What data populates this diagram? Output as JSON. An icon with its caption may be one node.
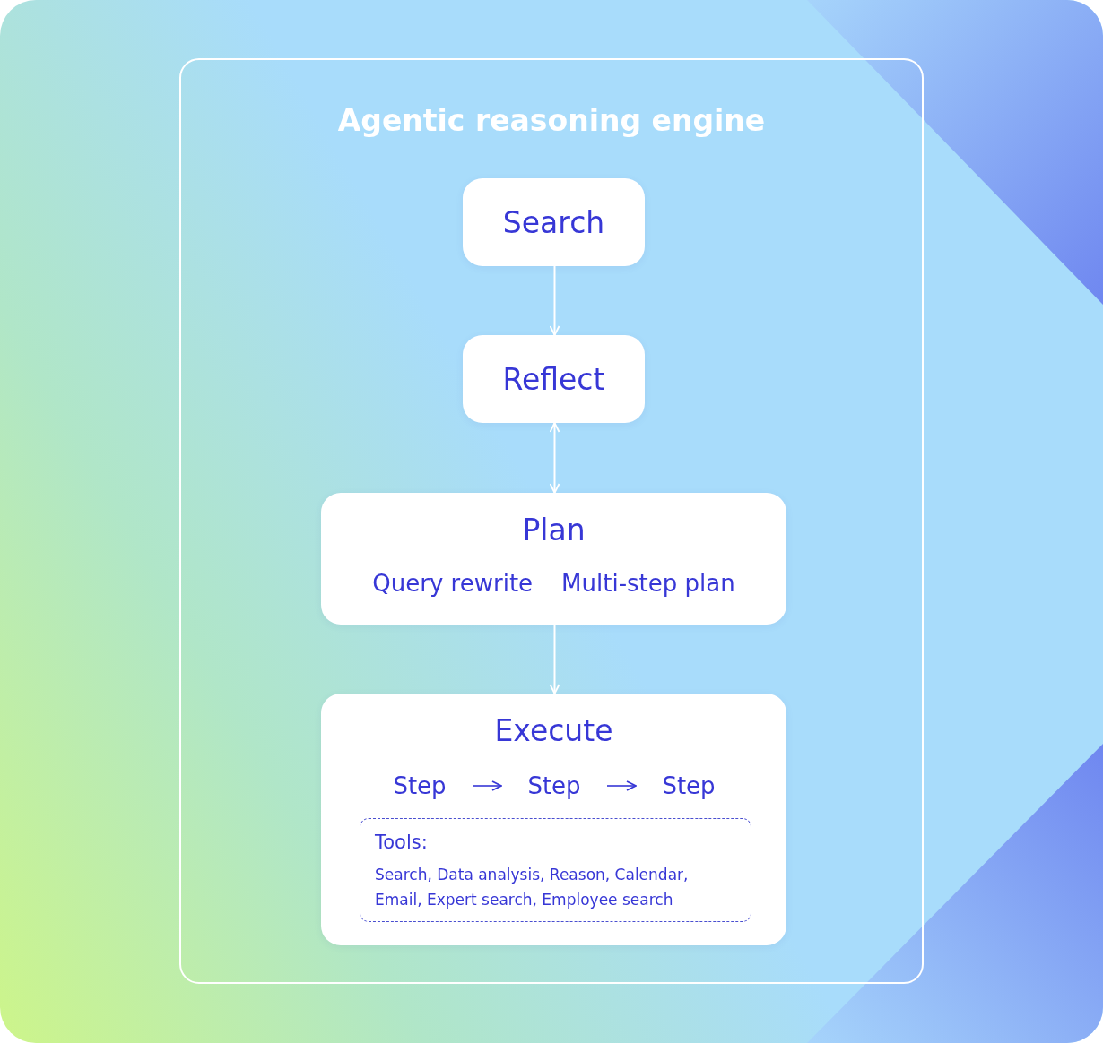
{
  "diagram": {
    "nodes": [
      {
        "text": [
          "Agentic reasoning engine"
        ]
      },
      {
        "text": [
          "Search"
        ],
        "in": 0
      },
      {
        "text": [
          "Reflect"
        ],
        "in": 0
      },
      {
        "text": [
          "Plan",
          "Query rewrite",
          "Multi-step plan"
        ],
        "in": 0
      },
      {
        "text": [
          "Execute"
        ],
        "in": 0
      },
      {
        "text": [
          "Step"
        ],
        "in": 4
      },
      {
        "text": [
          "Step"
        ],
        "in": 4
      },
      {
        "text": [
          "Step"
        ],
        "in": 4
      },
      {
        "text": [
          "Tools:",
          "Search, Data analysis, Reason, Calendar, Email, Expert search, Employee search"
        ],
        "in": 4
      }
    ],
    "edges": [
      {
        "from": 1,
        "to": 2,
        "arrow": "to"
      },
      {
        "from": 2,
        "to": 3,
        "arrow": "both"
      },
      {
        "from": 3,
        "to": 4,
        "arrow": "to"
      },
      {
        "from": 5,
        "to": 6,
        "arrow": "to",
        "color": "#3737d6"
      },
      {
        "from": 6,
        "to": 7,
        "arrow": "to",
        "color": "#3737d6"
      }
    ]
  }
}
